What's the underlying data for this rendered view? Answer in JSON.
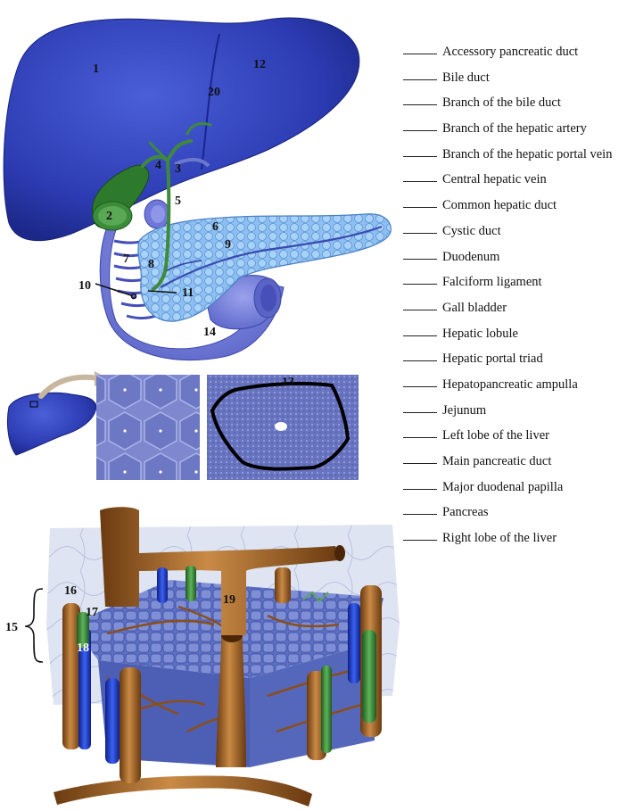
{
  "labels": [
    "Accessory pancreatic duct",
    "Bile duct",
    "Branch of the bile duct",
    "Branch of the hepatic artery",
    "Branch of the hepatic portal vein",
    "Central hepatic vein",
    "Common hepatic duct",
    "Cystic duct",
    "Duodenum",
    "Falciform ligament",
    "Gall bladder",
    "Hepatic lobule",
    "Hepatic portal triad",
    "Hepatopancreatic ampulla",
    "Jejunum",
    "Left lobe of the liver",
    "Main pancreatic duct",
    "Major duodenal papilla",
    "Pancreas",
    "Right lobe of the liver"
  ],
  "numbers": [
    "1",
    "2",
    "3",
    "4",
    "5",
    "6",
    "7",
    "8",
    "9",
    "10",
    "11",
    "12",
    "13",
    "14",
    "15",
    "16",
    "17",
    "18",
    "19",
    "20"
  ],
  "colors": {
    "liver": "#2f3fb8",
    "liver_dark": "#1c2888",
    "pancreas": "#7fb4ee",
    "duodenum": "#6f78d8",
    "bile": "#3f8a3a",
    "vein": "#9a5a1f",
    "artery": "#1d3cc8",
    "tissue": "#8d98d6"
  }
}
